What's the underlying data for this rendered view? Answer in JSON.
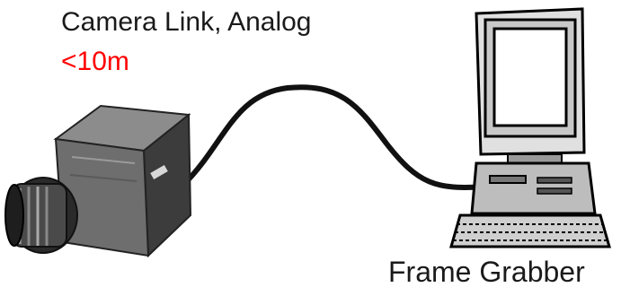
{
  "labels": {
    "interface": "Camera Link,  Analog",
    "distance": "<10m",
    "host": "Frame Grabber"
  },
  "colors": {
    "distance": "#ff0000",
    "text": "#1a1a1a",
    "cable": "#111111"
  },
  "icons": {
    "camera": "industrial-camera-icon",
    "computer": "desktop-computer-icon"
  }
}
